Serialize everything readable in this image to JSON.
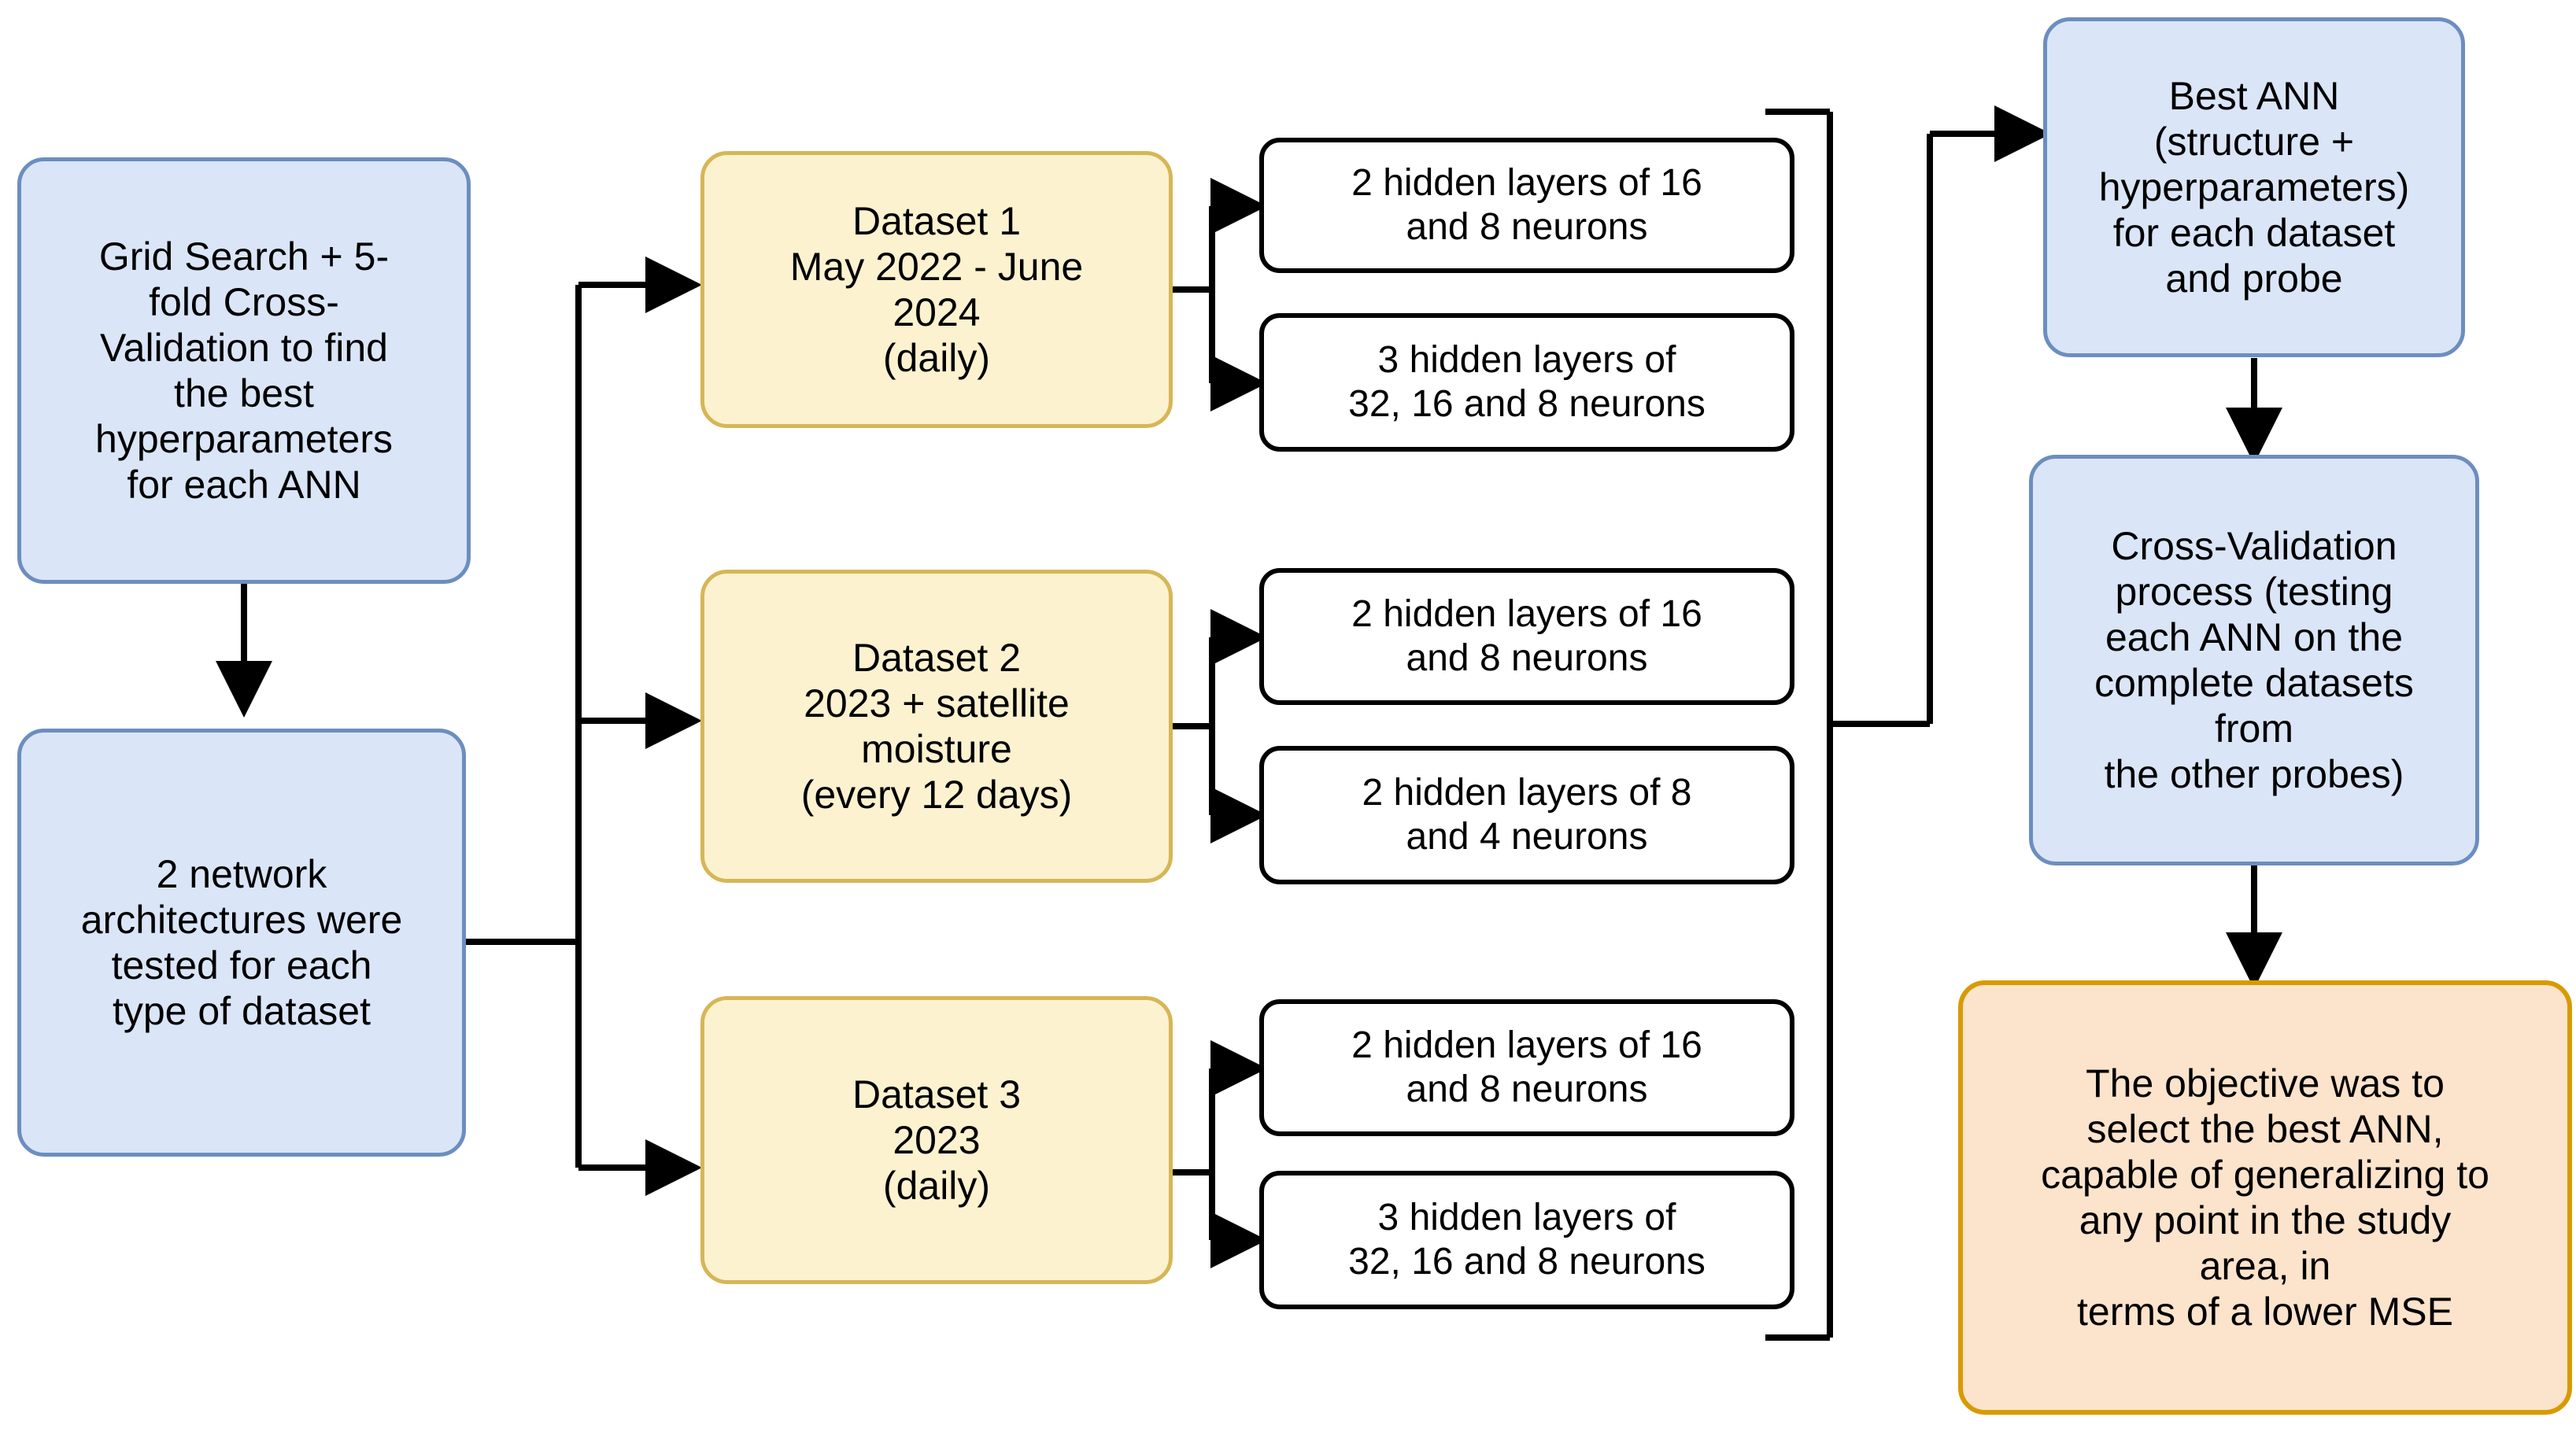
{
  "diagram": {
    "title": "ANN hyperparameter search and cross-validation workflow",
    "colors": {
      "blue_fill": "#dae5f7",
      "blue_border": "#6c8ebf",
      "yellow_fill": "#fcf2cf",
      "yellow_border": "#d6b656",
      "orange_fill": "#fce3cb",
      "orange_border": "#d79b00",
      "white_fill": "#ffffff",
      "black_border": "#000000",
      "edge": "#000000",
      "background": "#ffffff"
    },
    "nodes": {
      "grid_search": "Grid Search + 5-\nfold Cross-\nValidation to find\nthe best\nhyperparameters\nfor each ANN",
      "architectures": "2 network\narchitectures were\ntested for each\ntype of dataset",
      "dataset1": "Dataset 1\nMay 2022 - June\n2024\n(daily)",
      "dataset2": "Dataset 2\n2023 + satellite\nmoisture\n(every 12 days)",
      "dataset3": "Dataset 3\n2023\n(daily)",
      "ds1_arch1": "2 hidden layers of 16\nand 8 neurons",
      "ds1_arch2": "3 hidden layers of\n32, 16 and 8 neurons",
      "ds2_arch1": "2 hidden layers of 16\nand 8 neurons",
      "ds2_arch2": "2 hidden layers of 8\nand 4 neurons",
      "ds3_arch1": "2 hidden layers of 16\nand 8 neurons",
      "ds3_arch2": "3 hidden layers of\n32, 16 and 8 neurons",
      "best_ann": "Best ANN\n(structure +\nhyperparameters)\nfor each dataset\nand probe",
      "cross_validation": "Cross-Validation\nprocess (testing\neach ANN on the\ncomplete datasets\nfrom\nthe other probes)",
      "objective": "The objective was to\nselect the best ANN,\ncapable of generalizing to\nany point in the study\narea, in\nterms of a lower MSE"
    },
    "edges": [
      {
        "from": "grid_search",
        "to": "architectures",
        "style": "vertical-arrow"
      },
      {
        "from": "architectures",
        "to": "dataset1",
        "style": "elbow-arrow"
      },
      {
        "from": "architectures",
        "to": "dataset2",
        "style": "straight-arrow"
      },
      {
        "from": "architectures",
        "to": "dataset3",
        "style": "elbow-arrow"
      },
      {
        "from": "dataset1",
        "to": "ds1_arch1",
        "style": "elbow-arrow"
      },
      {
        "from": "dataset1",
        "to": "ds1_arch2",
        "style": "elbow-arrow"
      },
      {
        "from": "dataset2",
        "to": "ds2_arch1",
        "style": "elbow-arrow"
      },
      {
        "from": "dataset2",
        "to": "ds2_arch2",
        "style": "elbow-arrow"
      },
      {
        "from": "dataset3",
        "to": "ds3_arch1",
        "style": "elbow-arrow"
      },
      {
        "from": "dataset3",
        "to": "ds3_arch2",
        "style": "elbow-arrow"
      },
      {
        "from": "all-architectures",
        "to": "best_ann",
        "style": "collector-arrow"
      },
      {
        "from": "best_ann",
        "to": "cross_validation",
        "style": "vertical-arrow"
      },
      {
        "from": "cross_validation",
        "to": "objective",
        "style": "vertical-arrow"
      }
    ]
  }
}
